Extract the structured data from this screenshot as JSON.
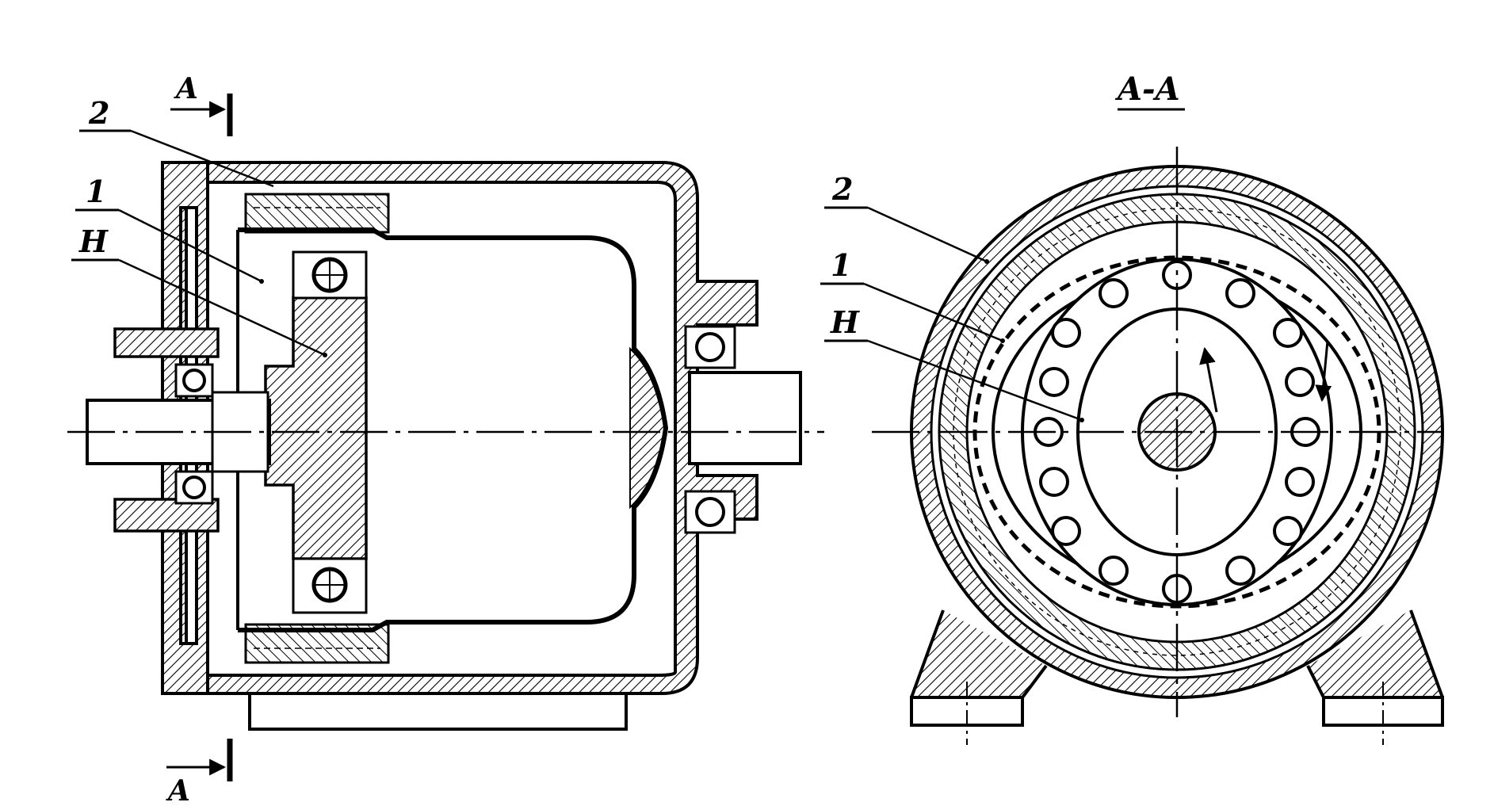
{
  "section_marker": {
    "letter": "A"
  },
  "section_title": "A-A",
  "labels": {
    "ring_gear": "2",
    "flexspline": "1",
    "wave_generator": "H"
  },
  "colors": {
    "ink": "#000000",
    "paper": "#ffffff"
  },
  "icons": {
    "bearing": "ball-bearing-symbol",
    "rotation": "arrow-icon"
  }
}
